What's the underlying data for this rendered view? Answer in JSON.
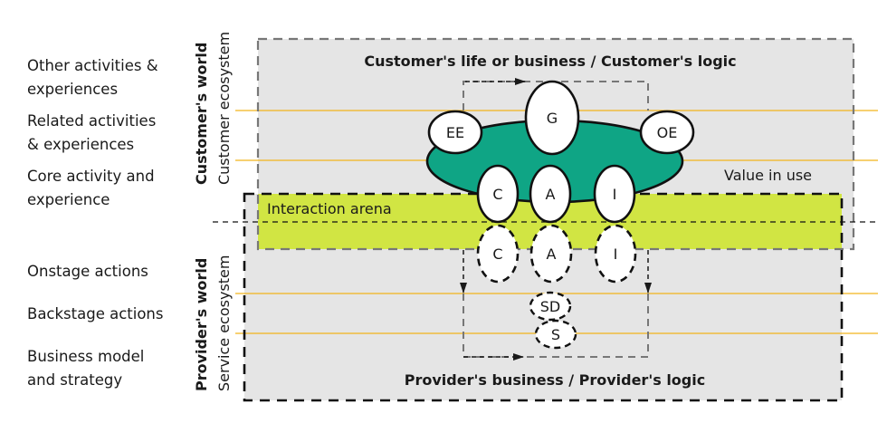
{
  "row_labels": [
    {
      "id": "other",
      "text": "Other activities &\nexperiences"
    },
    {
      "id": "related",
      "text": "Related activities\n& experiences"
    },
    {
      "id": "core",
      "text": "Core activity and\nexperience"
    },
    {
      "id": "onstage",
      "text": "Onstage actions"
    },
    {
      "id": "backstage",
      "text": "Backstage actions"
    },
    {
      "id": "business",
      "text": "Business model\nand strategy"
    }
  ],
  "customer": {
    "world_label": "Customer's world",
    "ecosystem_label": "Customer ecosystem",
    "logic_title": "Customer's life or business / Customer's logic",
    "value_label": "Value in use"
  },
  "provider": {
    "world_label": "Provider's world",
    "ecosystem_label": "Service ecosystem",
    "logic_title": "Provider's business / Provider's logic"
  },
  "interaction": {
    "label": "Interaction arena"
  },
  "nodes": {
    "customer": [
      {
        "id": "ee",
        "label": "EE"
      },
      {
        "id": "g",
        "label": "G"
      },
      {
        "id": "oe",
        "label": "OE"
      },
      {
        "id": "c",
        "label": "C"
      },
      {
        "id": "a",
        "label": "A"
      },
      {
        "id": "i",
        "label": "I"
      }
    ],
    "provider": [
      {
        "id": "c",
        "label": "C"
      },
      {
        "id": "a",
        "label": "A"
      },
      {
        "id": "i",
        "label": "I"
      },
      {
        "id": "sd",
        "label": "SD"
      },
      {
        "id": "s",
        "label": "S"
      }
    ]
  },
  "colors": {
    "customer_area": "#e5e5e5",
    "provider_area": "#e5e5e5",
    "interaction_arena": "#d1e543",
    "value_blob": "#0fa585",
    "row_lines": "#f2b51c",
    "customer_border": "#777777",
    "provider_border": "#111111"
  }
}
